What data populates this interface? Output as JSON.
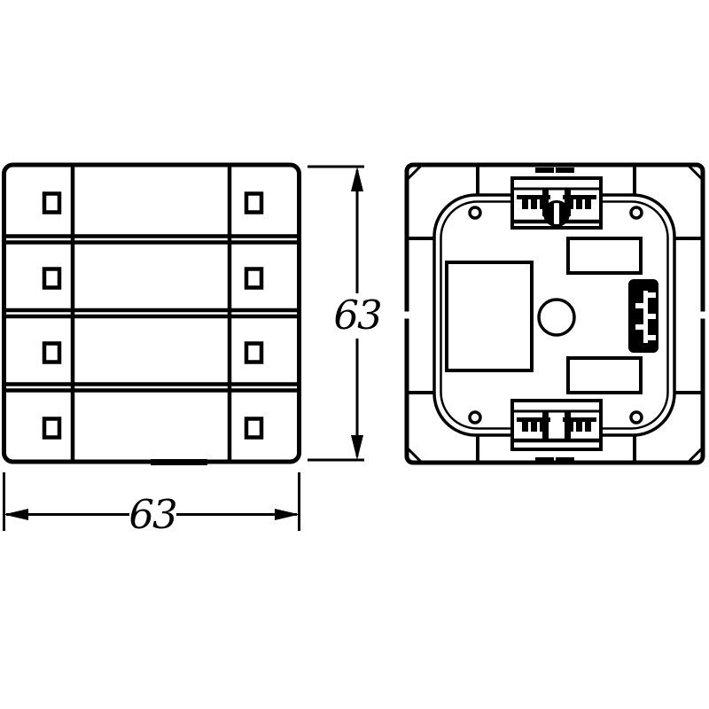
{
  "figure": {
    "type": "technical-drawing",
    "line_color": "#000000",
    "background_color": "#ffffff",
    "front_view": {
      "rocker_rows": 4,
      "led_windows": 8
    },
    "rear_view": {
      "screw_holes": 4,
      "terminal_blocks": 2,
      "connector_pins": 5
    },
    "dimensions": {
      "height": {
        "label": "63"
      },
      "width": {
        "label": "63"
      }
    }
  }
}
